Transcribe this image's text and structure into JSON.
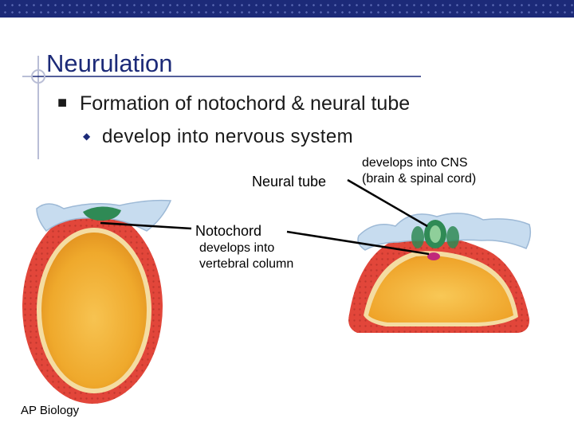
{
  "slide": {
    "title": "Neurulation",
    "bullet_level1": "Formation of notochord & neural tube",
    "bullet_level2": "develop into nervous system",
    "footer": "AP Biology"
  },
  "diagram": {
    "neural_tube_label": "Neural tube",
    "neural_tube_note_line1": "develops into CNS",
    "neural_tube_note_line2": "(brain & spinal cord)",
    "notochord_label": "Notochord",
    "notochord_note_line1": "develops into",
    "notochord_note_line2": "vertebral column"
  },
  "colors": {
    "accent_navy": "#1c2a78",
    "ectoderm_blue": "#c7dcef",
    "mesoderm_red": "#e2463a",
    "endoderm_yolk": "#f2b33d",
    "notochord_green": "#2f8a55"
  }
}
